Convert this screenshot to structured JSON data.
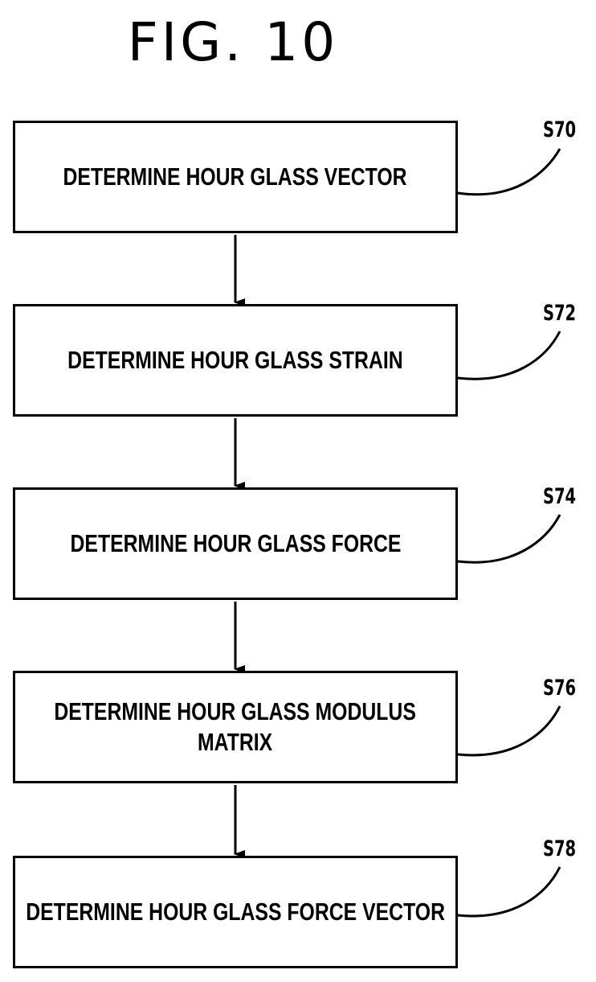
{
  "figure": {
    "title": "FIG. 10"
  },
  "steps": [
    {
      "ref": "S70",
      "text": "DETERMINE HOUR GLASS VECTOR"
    },
    {
      "ref": "S72",
      "text": "DETERMINE HOUR GLASS STRAIN"
    },
    {
      "ref": "S74",
      "text": "DETERMINE HOUR GLASS FORCE"
    },
    {
      "ref": "S76",
      "text_line1": "DETERMINE HOUR GLASS MODULUS",
      "text_line2": "MATRIX"
    },
    {
      "ref": "S78",
      "text": "DETERMINE HOUR GLASS FORCE VECTOR"
    }
  ],
  "colors": {
    "stroke": "#000000",
    "background": "#ffffff"
  }
}
